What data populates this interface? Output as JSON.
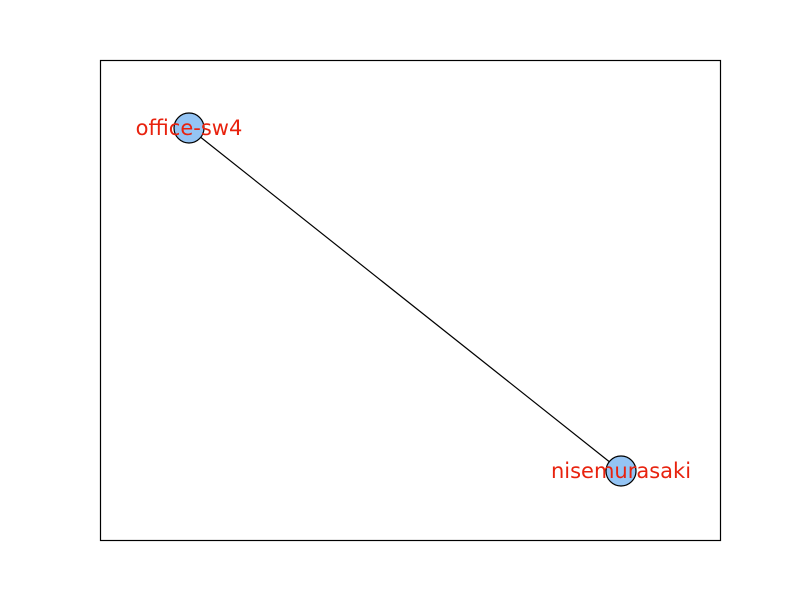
{
  "graph": {
    "nodes": [
      {
        "id": "office-sw4",
        "label": "office-sw4"
      },
      {
        "id": "nisemurasaki",
        "label": "nisemurasaki"
      }
    ],
    "edges": [
      {
        "source": "office-sw4",
        "target": "nisemurasaki"
      }
    ]
  },
  "colors": {
    "node_fill": "#94c4f4",
    "node_stroke": "#000000",
    "edge": "#000000",
    "label": "#e8220e",
    "frame": "#000000",
    "background": "#ffffff"
  }
}
